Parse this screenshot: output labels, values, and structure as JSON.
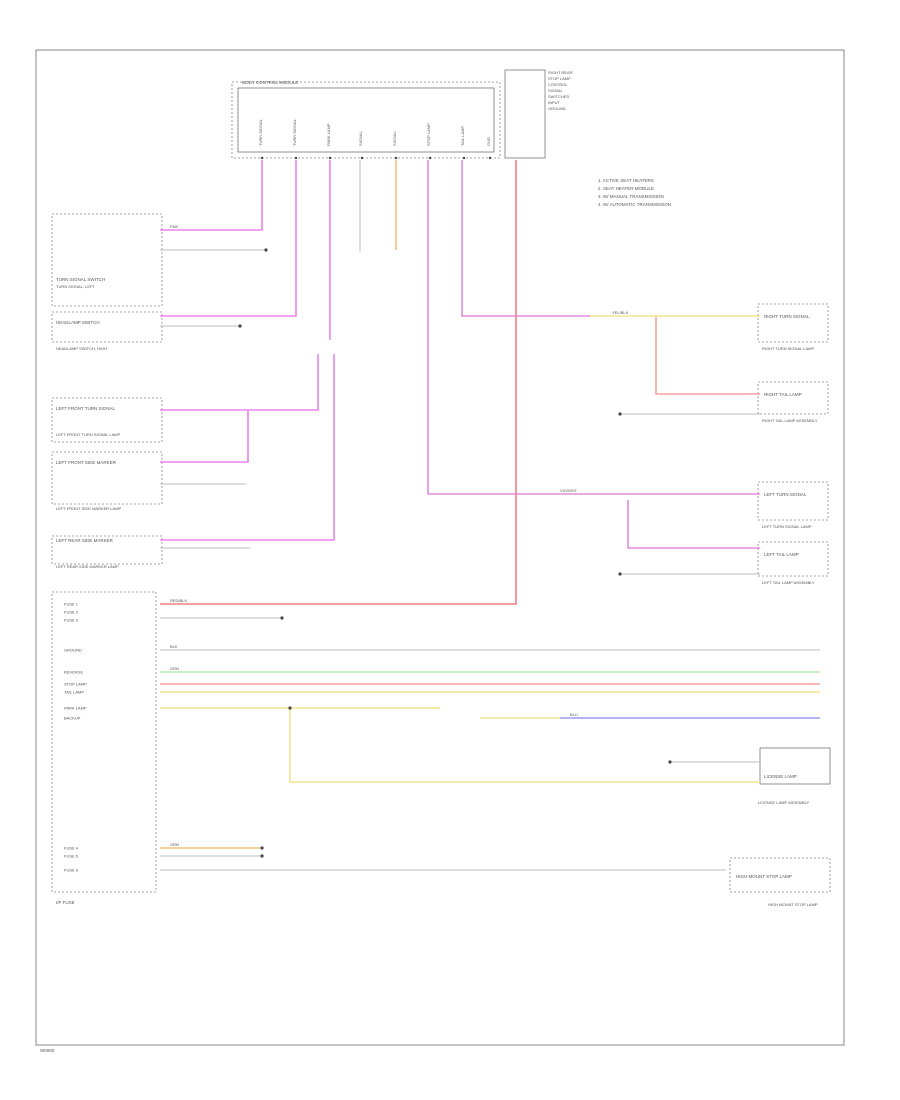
{
  "footer": {
    "code": "W0000"
  },
  "notes": {
    "lines": [
      "1. ACTIVE SEAT HEATERS",
      "2. SEAT HEATER MODULE",
      "3. W/ MANUAL TRANSMISSION",
      "4. W/ AUTOMATIC TRANSMISSION"
    ]
  },
  "top_module": {
    "title": "BODY CONTROL MODULE",
    "note_lines": [
      "RIGHT REAR",
      "STOP LAMP",
      "CONTROL",
      "SIGNAL",
      "SWITCHED",
      "INPUT",
      "GROUND"
    ],
    "pins": [
      "TURN SIGNAL",
      "TURN SIGNAL",
      "PARK LAMP",
      "SIGNAL",
      "SIGNAL",
      "STOP LAMP",
      "TAIL LAMP",
      "GND"
    ]
  },
  "left_components": [
    {
      "label": "TURN SIGNAL SWITCH",
      "sub": "TURN SIGNAL, LEFT"
    },
    {
      "label": "HEADLAMP SWITCH",
      "sub": "HEADLAMP SWITCH, HIGH"
    },
    {
      "label": "LEFT FRONT TURN SIGNAL",
      "sub": "LEFT FRONT TURN SIGNAL LAMP"
    },
    {
      "label": "LEFT FRONT SIDE MARKER",
      "sub": "LEFT FRONT SIDE MARKER LAMP"
    },
    {
      "label": "LEFT REAR SIDE MARKER",
      "sub": "LEFT REAR SIDE MARKER LAMP"
    }
  ],
  "right_components": [
    {
      "label": "RIGHT TURN SIGNAL",
      "sub": "RIGHT TURN SIGNAL LAMP"
    },
    {
      "label": "RIGHT TAIL LAMP",
      "sub": "RIGHT TAIL LAMP ASSEMBLY"
    },
    {
      "label": "LEFT TURN SIGNAL",
      "sub": "LEFT TURN SIGNAL LAMP"
    },
    {
      "label": "LEFT TAIL LAMP",
      "sub": "LEFT TAIL LAMP ASSEMBLY"
    },
    {
      "label": "LICENSE LAMP",
      "sub": "LICENSE LAMP ASSEMBLY"
    },
    {
      "label": "HIGH MOUNT STOP LAMP",
      "sub": "HIGH MOUNT STOP LAMP"
    }
  ],
  "lower_module": {
    "title": "I/P FUSE",
    "rows": [
      "FUSE 1",
      "FUSE 2",
      "FUSE 3",
      "GROUND",
      "REVERSE",
      "STOP LAMP",
      "TAIL LAMP",
      "PARK LAMP",
      "BACKUP"
    ],
    "bottom_rows": [
      "FUSE 4",
      "FUSE 5",
      "FUSE 6"
    ]
  },
  "wire_codes": {
    "pink": "PNK",
    "violet": "VIO/WHT",
    "yellow": "YEL/BLK",
    "green": "GRN",
    "red": "RED/BLK",
    "blue": "BLU",
    "orange": "ORN",
    "black": "BLK"
  },
  "colors": {
    "pink": "#ee82ee",
    "violet": "#e38be0",
    "yellow": "#f0e68c",
    "green": "#b2ecb2",
    "red": "#f5a0a0",
    "red_strong": "#f08080",
    "blue": "#9b9bec",
    "orange": "#f4c27a",
    "gray": "#bdbdbd"
  }
}
